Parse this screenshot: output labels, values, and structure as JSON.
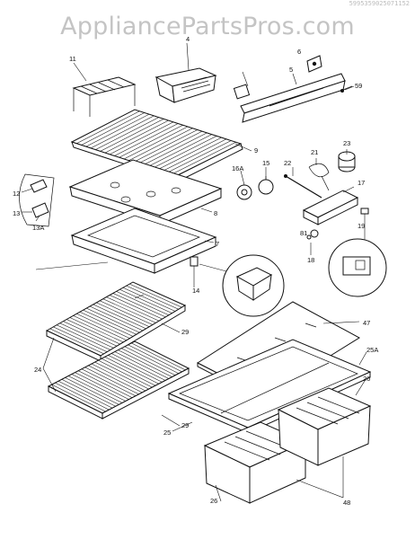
{
  "watermark": "AppliancePartsPros.com",
  "top_code": "5995359025071152",
  "labels": [
    "11",
    "4",
    "6",
    "5",
    "59",
    "9",
    "12",
    "13",
    "13A",
    "16A",
    "15",
    "22",
    "21",
    "23",
    "17",
    "8",
    "7",
    "14",
    "81",
    "18",
    "19",
    "29",
    "24",
    "29",
    "47",
    "25A",
    "26",
    "25",
    "26",
    "48"
  ]
}
